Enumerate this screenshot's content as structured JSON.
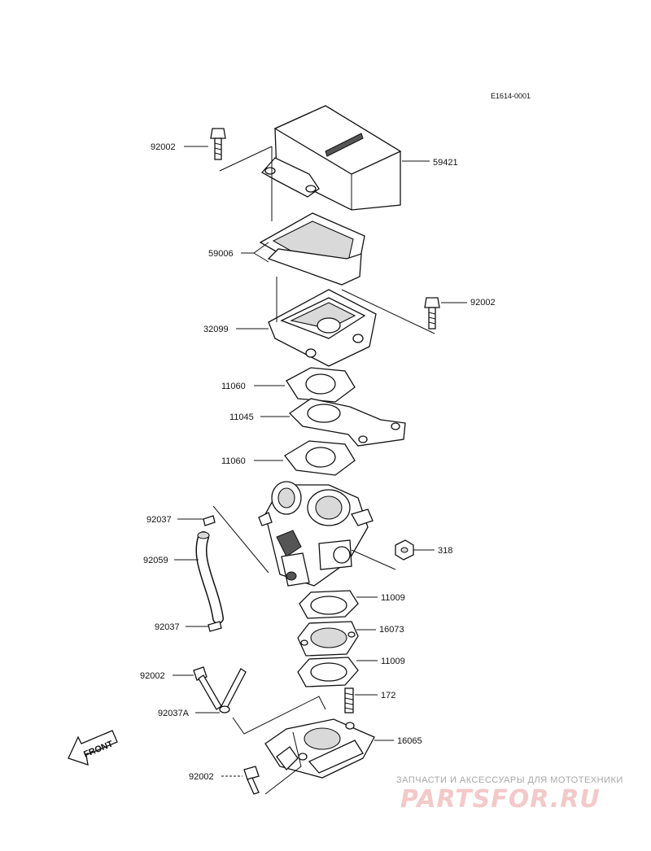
{
  "diagram": {
    "code": "E1614-0001",
    "front_label": "FRONT"
  },
  "parts": [
    {
      "id": "p92002a",
      "number": "92002"
    },
    {
      "id": "p59421",
      "number": "59421"
    },
    {
      "id": "p59006",
      "number": "59006"
    },
    {
      "id": "p32099",
      "number": "32099"
    },
    {
      "id": "p92002b",
      "number": "92002"
    },
    {
      "id": "p11060a",
      "number": "11060"
    },
    {
      "id": "p11045",
      "number": "11045"
    },
    {
      "id": "p11060b",
      "number": "11060"
    },
    {
      "id": "p92037a",
      "number": "92037"
    },
    {
      "id": "p92059",
      "number": "92059"
    },
    {
      "id": "p318",
      "number": "318"
    },
    {
      "id": "p11009a",
      "number": "11009"
    },
    {
      "id": "p92037b",
      "number": "92037"
    },
    {
      "id": "p16073",
      "number": "16073"
    },
    {
      "id": "p11009b",
      "number": "11009"
    },
    {
      "id": "p92002c",
      "number": "92002"
    },
    {
      "id": "p172",
      "number": "172"
    },
    {
      "id": "p92037A",
      "number": "92037A"
    },
    {
      "id": "p16065",
      "number": "16065"
    },
    {
      "id": "p92002d",
      "number": "92002"
    }
  ],
  "watermark": {
    "tagline": "ЗАПЧАСТИ И АКСЕССУАРЫ ДЛЯ МОТОТЕХНИКИ",
    "brand": "PARTSFOR.RU"
  }
}
